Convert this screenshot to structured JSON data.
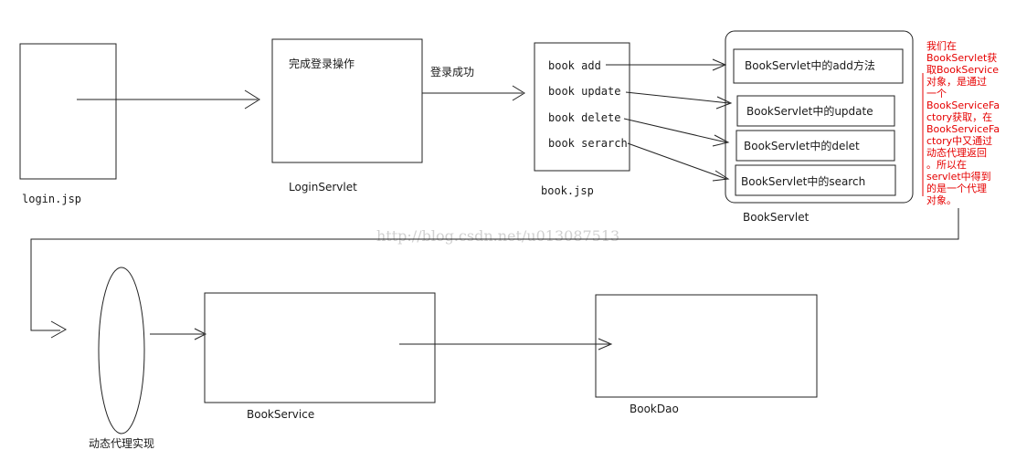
{
  "nodes": {
    "login_jsp": "login.jsp",
    "login_servlet": "LoginServlet",
    "login_servlet_inner": "完成登录操作",
    "book_jsp": "book.jsp",
    "book_servlet": "BookServlet",
    "book_service": "BookService",
    "book_dao": "BookDao",
    "dynamic_proxy": "动态代理实现"
  },
  "edges": {
    "login_success": "登录成功"
  },
  "book_jsp_items": [
    "book add",
    "book update",
    "book delete",
    "book serarch"
  ],
  "servlet_methods": [
    "BookServlet中的add方法",
    "BookServlet中的update",
    "BookServlet中的delet",
    "BookServlet中的search"
  ],
  "annotation_lines": [
    "我们在",
    "BookServlet获",
    "取BookService",
    "对象，是通过",
    "一个",
    "BookServiceFa",
    "ctory获取，在",
    "BookServiceFa",
    "ctory中又通过",
    "动态代理返回",
    "。所以在",
    "servlet中得到",
    "的是一个代理",
    "对象。"
  ],
  "watermark": "http://blog.csdn.net/u013087513",
  "colors": {
    "annotation": "#e60000",
    "line": "#222222",
    "watermark": "#d0d0d0"
  }
}
